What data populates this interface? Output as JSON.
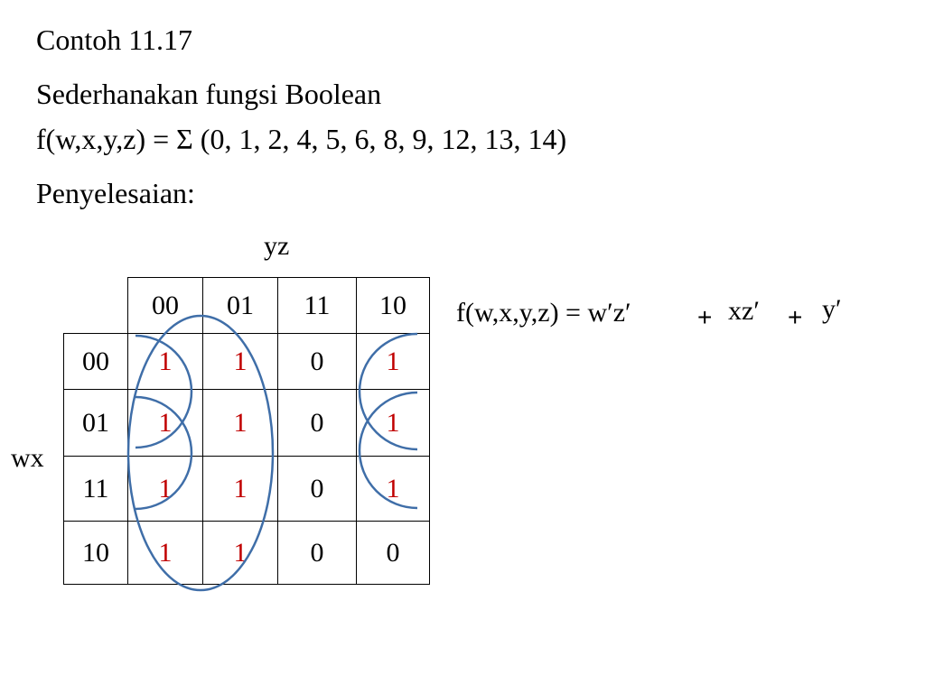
{
  "heading": {
    "example_title": "Contoh 11.17",
    "task_line": "Sederhanakan fungsi Boolean",
    "function_line": "f(w,x,y,z) = Σ (0, 1, 2, 4, 5, 6, 8, 9, 12, 13, 14)",
    "solution_label": "Penyelesaian:"
  },
  "kmap": {
    "col_var": "yz",
    "row_var": "wx",
    "col_headers": [
      "00",
      "01",
      "11",
      "10"
    ],
    "rows": [
      {
        "label": "00",
        "cells": [
          "1",
          "1",
          "0",
          "1"
        ]
      },
      {
        "label": "01",
        "cells": [
          "1",
          "1",
          "0",
          "1"
        ]
      },
      {
        "label": "11",
        "cells": [
          "1",
          "1",
          "0",
          "1"
        ]
      },
      {
        "label": "10",
        "cells": [
          "1",
          "1",
          "0",
          "0"
        ]
      }
    ]
  },
  "result": {
    "prefix": "f(w,x,y,z) = w′z′",
    "plus1": "+",
    "term2": "xz′",
    "plus2": "+",
    "term3": "y′"
  },
  "colors": {
    "one_color": "#c00000",
    "group_stroke": "#3f6ea8"
  }
}
